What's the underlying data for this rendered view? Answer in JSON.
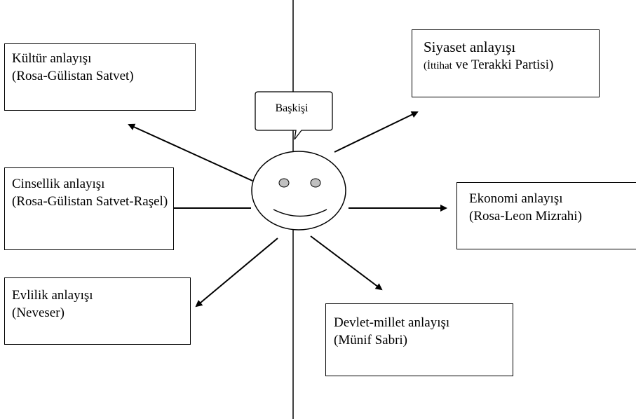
{
  "center": {
    "speech_bubble_text": "Başkişi",
    "face_icon": "smiley-face-icon"
  },
  "boxes": {
    "kultur": {
      "line1": "Kültür anlayışı",
      "line2": "(Rosa-Gülistan Satvet)"
    },
    "siyaset": {
      "line1": "Siyaset anlayışı",
      "line2_small": "(İttihat",
      "line2_rest": " ve Terakki Partisi)"
    },
    "cinsellik": {
      "line1": "Cinsellik anlayışı",
      "line2": "(Rosa-Gülistan Satvet-Raşel)"
    },
    "ekonomi": {
      "line1": "Ekonomi anlayışı",
      "line2": "(Rosa-Leon Mizrahi)"
    },
    "evlilik": {
      "line1": "Evlilik anlayışı",
      "line2": "(Neveser)"
    },
    "devlet": {
      "line1": "Devlet-millet anlayışı",
      "line2": "(Münif Sabri)"
    }
  },
  "colors": {
    "line": "#000000",
    "eye_fill": "#c0c0c0",
    "background": "#ffffff"
  }
}
